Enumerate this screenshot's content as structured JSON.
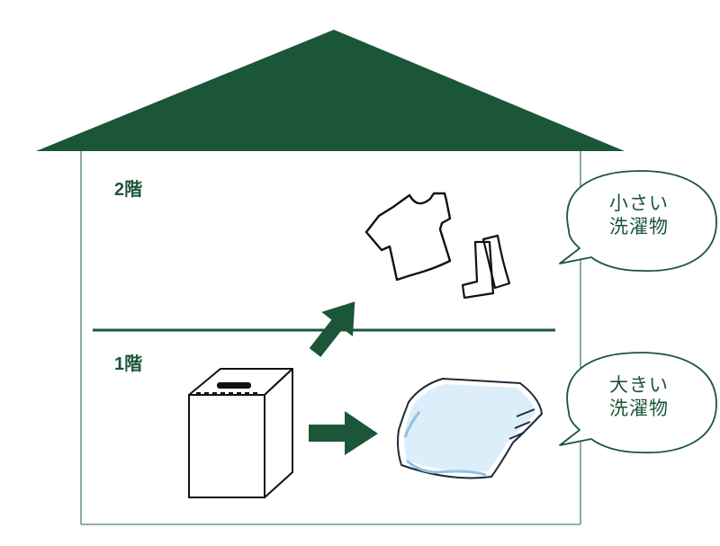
{
  "floors": {
    "upper": "2階",
    "lower": "1階"
  },
  "bubbles": {
    "small": {
      "line1": "小さい",
      "line2": "洗濯物"
    },
    "large": {
      "line1": "大きい",
      "line2": "洗濯物"
    }
  },
  "colors": {
    "accent": "#1b5639",
    "wall": "#6f9a84",
    "towel_tint": "#cfe5f3"
  },
  "icons": [
    "roof-icon",
    "washing-machine-icon",
    "arrow-up-right-icon",
    "arrow-right-icon",
    "shirt-icon",
    "socks-icon",
    "folded-towel-icon"
  ]
}
